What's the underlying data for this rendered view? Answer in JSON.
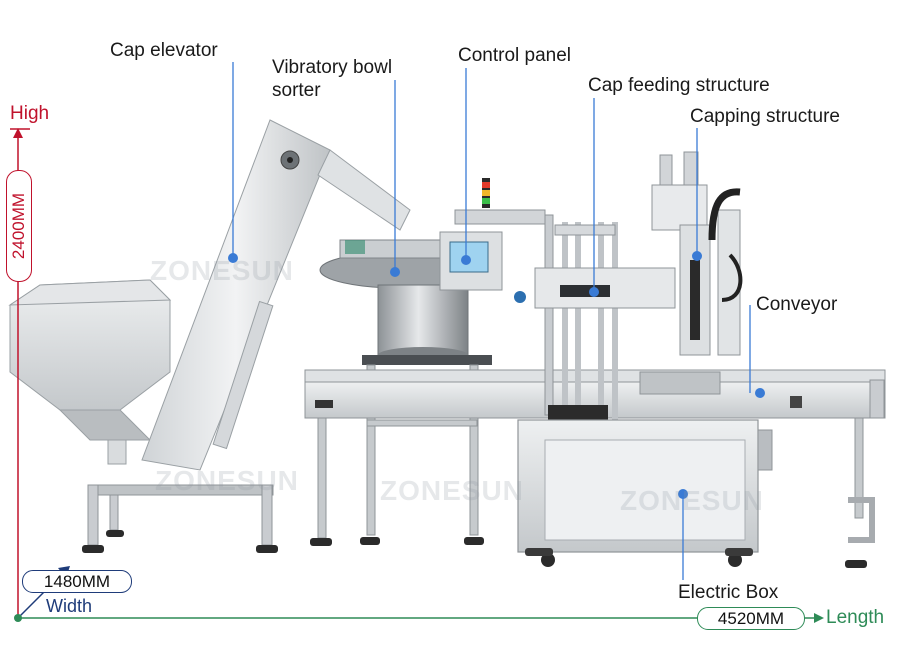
{
  "labels": {
    "cap_elevator": "Cap elevator",
    "vibratory_bowl_line1": "Vibratory bowl",
    "vibratory_bowl_line2": "sorter",
    "control_panel": "Control panel",
    "cap_feeding": "Cap feeding structure",
    "capping": "Capping structure",
    "conveyor": "Conveyor",
    "electric_box": "Electric Box"
  },
  "dimensions": {
    "height_label": "High",
    "height_value": "2400MM",
    "width_value": "1480MM",
    "width_label": "Width",
    "length_value": "4520MM",
    "length_label": "Length"
  },
  "watermark": "ZONESUN",
  "colors": {
    "height_axis": "#c0122c",
    "length_axis": "#2e8b57",
    "width_axis": "#1f3c7a",
    "leader_line": "#3a7bd5",
    "leader_dot": "#3a7bd5"
  }
}
